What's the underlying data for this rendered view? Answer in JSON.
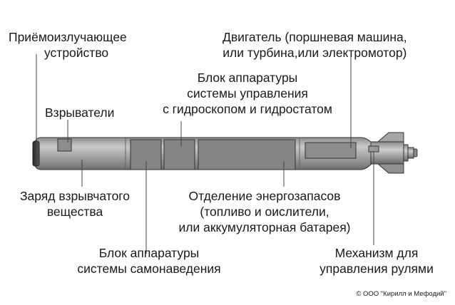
{
  "labels": {
    "emitter": [
      "Приёмоизлучающее",
      "устройство"
    ],
    "engine": [
      "Двигатель (поршневая машина,",
      "или турбина,или электромотор)"
    ],
    "control_block": [
      "Блок аппаратуры",
      "системы управления",
      "с гидроскопом и гидростатом"
    ],
    "detonators": [
      "Взрыватели"
    ],
    "charge": [
      "Заряд взрывчатого",
      "вещества"
    ],
    "energy": [
      "Отделение энергозапасов",
      "(топливо и оислители,",
      "или аккумуляторная батарея)"
    ],
    "homing": [
      "Блок аппаратуры",
      "системы самонаведения"
    ],
    "rudder": [
      "Механизм для",
      "управления рулями"
    ]
  },
  "copyright": "© ООО \"Кирилл и Мефодий\"",
  "colors": {
    "body_light": "#b9b9b9",
    "body_dark": "#7d7d7d",
    "compartment": "#8a8a8a",
    "outline": "#222222",
    "leader": "#555555"
  }
}
